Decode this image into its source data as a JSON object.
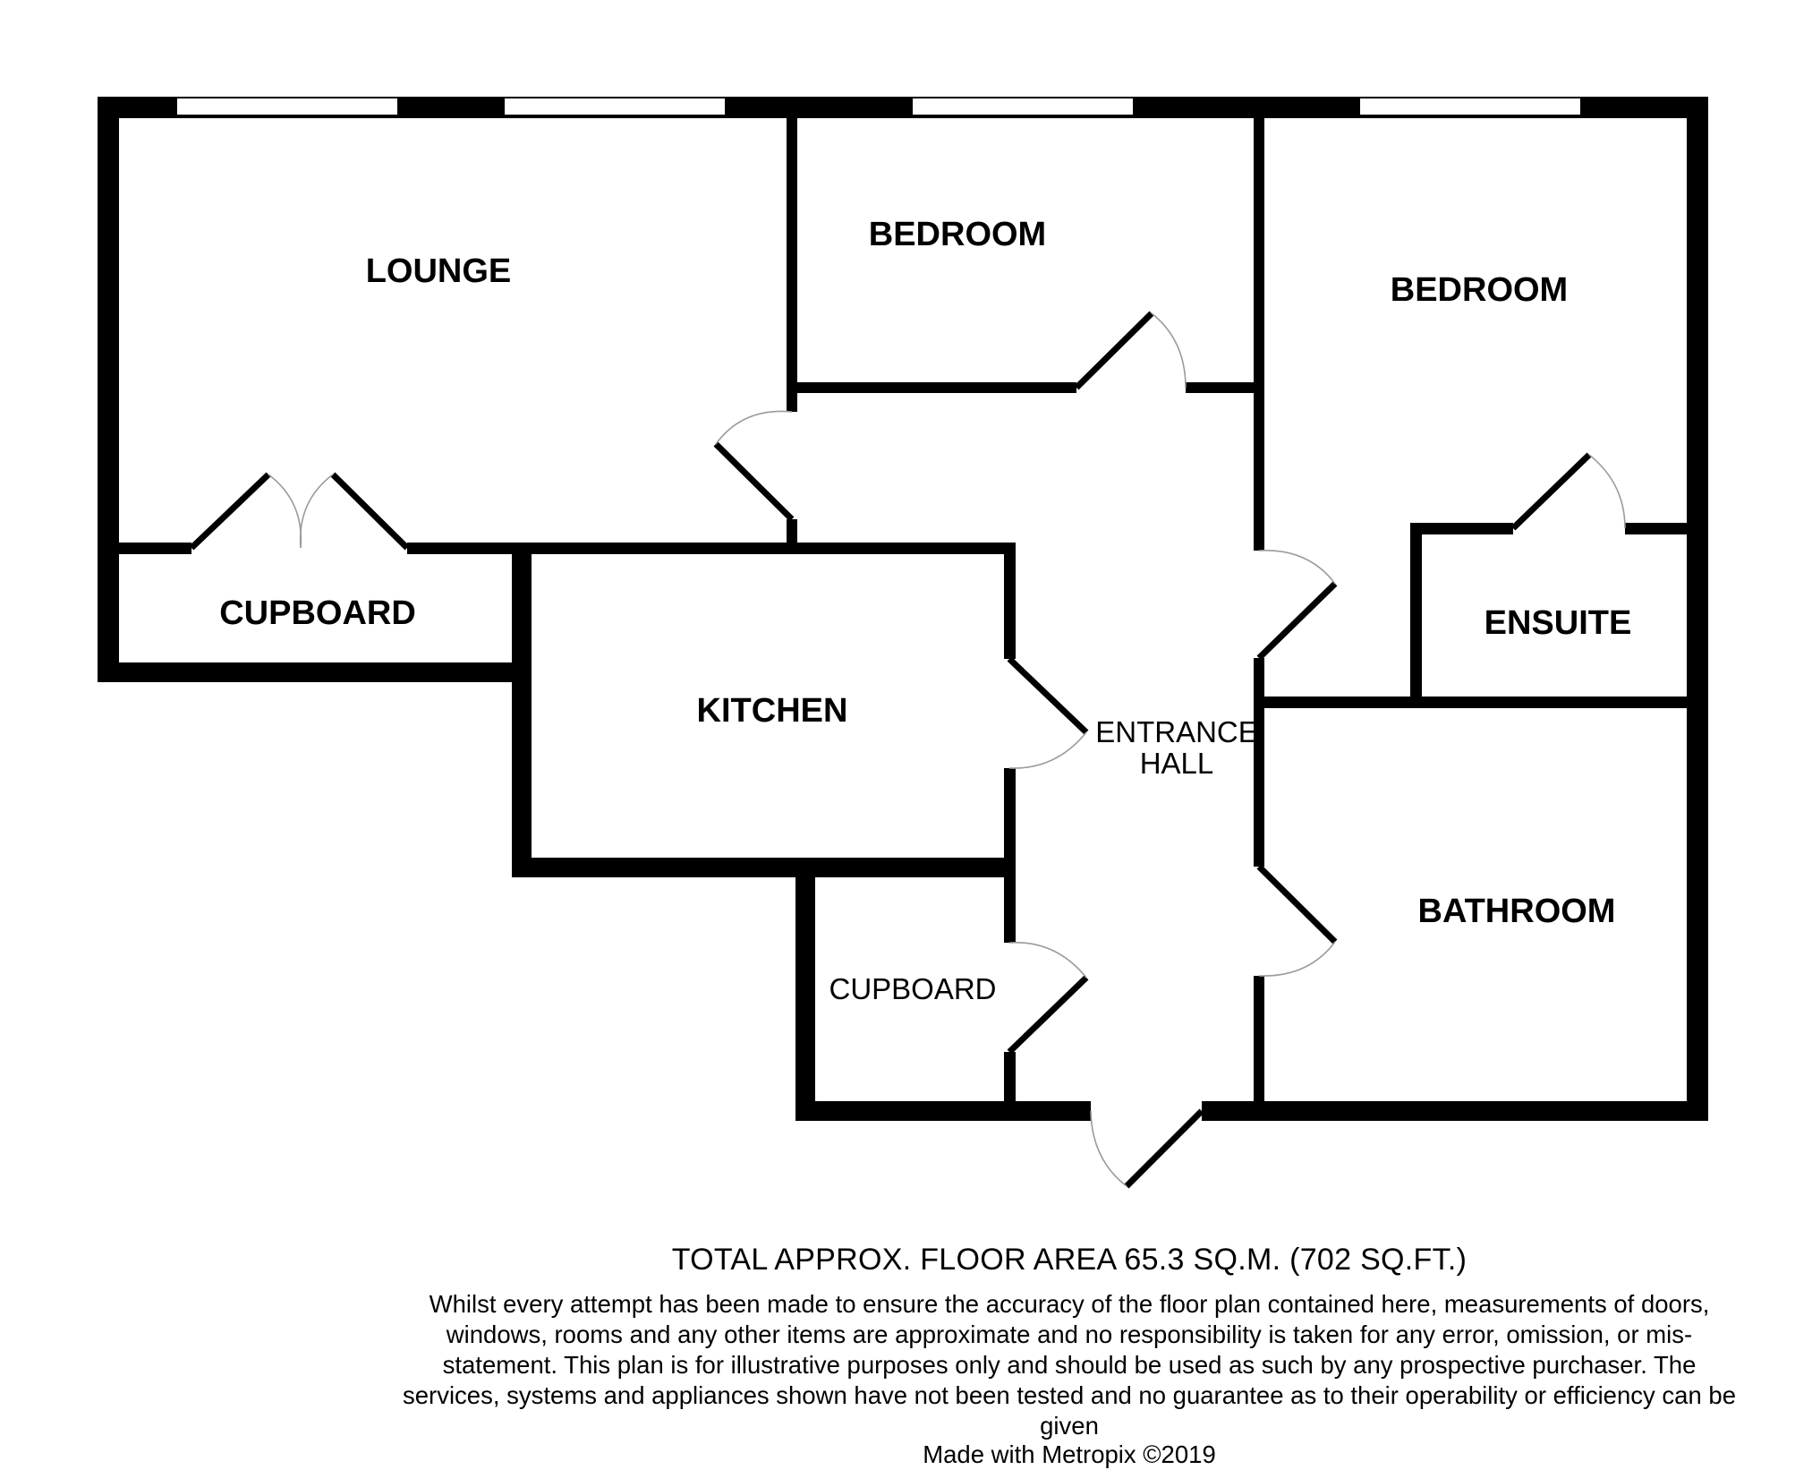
{
  "rooms": {
    "lounge": "LOUNGE",
    "bedroom_1": "BEDROOM",
    "bedroom_2": "BEDROOM",
    "cupboard_1": "CUPBOARD",
    "kitchen": "KITCHEN",
    "entrance_hall_line1": "ENTRANCE",
    "entrance_hall_line2": "HALL",
    "ensuite": "ENSUITE",
    "bathroom": "BATHROOM",
    "cupboard_2": "CUPBOARD"
  },
  "footer": {
    "area": "TOTAL APPROX. FLOOR AREA 65.3 SQ.M. (702 SQ.FT.)",
    "disclaimer": "Whilst every attempt has been made to ensure the accuracy of the floor plan contained here, measurements of doors, windows, rooms and any other items are approximate and no responsibility is taken for any error, omission, or mis-statement. This plan is for illustrative purposes only and should be used as such by any prospective purchaser. The services, systems and appliances shown have not been tested and no guarantee as to their operability or efficiency can be given",
    "credit": "Made with Metropix ©2019"
  }
}
